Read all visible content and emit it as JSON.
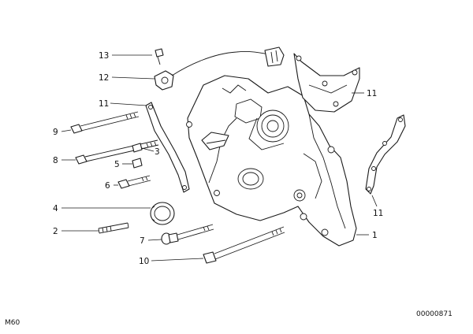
{
  "diagram": {
    "labels": {
      "l1": "1",
      "l2": "2",
      "l3": "3",
      "l4": "4",
      "l5": "5",
      "l6": "6",
      "l7": "7",
      "l8": "8",
      "l9": "9",
      "l10": "10",
      "l11_left": "11",
      "l11_top_right": "11",
      "l11_right": "11",
      "l12": "12",
      "l13": "13"
    },
    "model_code": "M60",
    "diagram_number": "00000871"
  }
}
